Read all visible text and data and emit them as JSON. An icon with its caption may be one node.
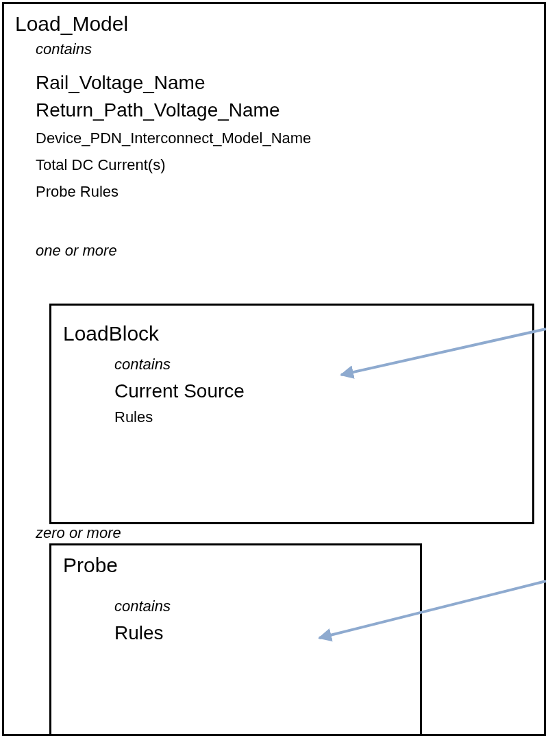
{
  "diagram": {
    "nodes": [
      {
        "text": [
          "Load_Model",
          "contains",
          "Rail_Voltage_Name",
          "Return_Path_Voltage_Name",
          "Device_PDN_Interconnect_Model_Name",
          "Total DC Current(s)",
          "Probe Rules",
          "one or more",
          "zero or more"
        ]
      },
      {
        "text": [
          "LoadBlock",
          "contains",
          "Current Source",
          "Rules"
        ],
        "in": 0
      },
      {
        "text": [
          "Probe",
          "contains",
          "Rules"
        ],
        "in": 0
      }
    ],
    "edges": [
      {
        "from": null,
        "to": 1,
        "arrow": "to"
      },
      {
        "from": null,
        "to": 2,
        "arrow": "to"
      }
    ]
  }
}
